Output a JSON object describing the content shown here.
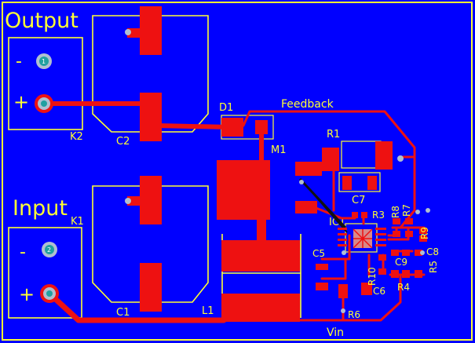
{
  "colors": {
    "board": "#0000ff",
    "copper": "#ee1111",
    "silkscreen": "#ffff33",
    "pad_hole": "#b0bfd0",
    "pad_mark": "#20a0a0",
    "outline": "#ffff33"
  },
  "headings": {
    "output": "Output",
    "input": "Input"
  },
  "net_labels": {
    "feedback": "Feedback",
    "vin": "Vin"
  },
  "polarity": {
    "output_minus": "-",
    "output_plus": "+",
    "input_minus": "-",
    "input_plus": "+"
  },
  "pin_numbers": {
    "k2_pin1": "1",
    "k1_pin2": "2"
  },
  "designators": {
    "K1": "K1",
    "K2": "K2",
    "C1": "C1",
    "C2": "C2",
    "C5": "C5",
    "C6": "C6",
    "C7": "C7",
    "C8": "C8",
    "C9": "C9",
    "D1": "D1",
    "M1": "M1",
    "L1": "L1",
    "R1": "R1",
    "R3": "R3",
    "R4": "R4",
    "R5": "R5",
    "R6": "R6",
    "R7": "R7",
    "R8": "R8",
    "R9": "R9",
    "R10": "R10",
    "IC1": "IC1"
  }
}
